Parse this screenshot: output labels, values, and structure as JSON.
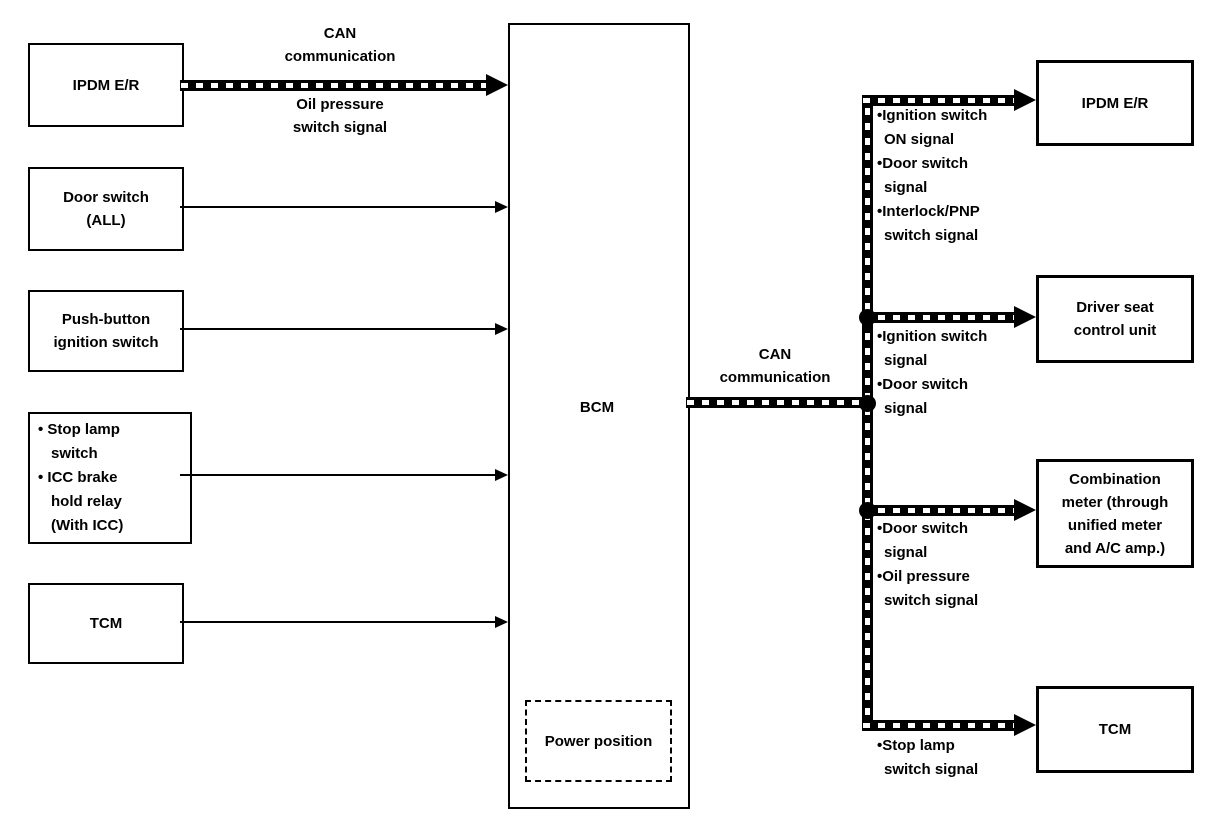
{
  "colors": {
    "background": "#ffffff",
    "ink": "#000000"
  },
  "bcm": {
    "label": "BCM",
    "power_position": "Power position"
  },
  "labels": {
    "can_top": [
      "CAN",
      "communication"
    ],
    "oil_pressure": [
      "Oil pressure",
      "switch signal"
    ],
    "can_right": [
      "CAN",
      "communication"
    ]
  },
  "left_boxes": [
    {
      "lines": [
        "IPDM E/R"
      ]
    },
    {
      "lines": [
        "Door switch",
        "(ALL)"
      ]
    },
    {
      "lines": [
        "Push-button",
        "ignition switch"
      ]
    },
    {
      "lines": [
        "• Stop lamp",
        "switch",
        "• ICC brake",
        "hold relay",
        "(With ICC)"
      ]
    },
    {
      "lines": [
        "TCM"
      ]
    }
  ],
  "right_boxes": [
    {
      "lines": [
        "IPDM E/R"
      ]
    },
    {
      "lines": [
        "Driver seat",
        "control unit"
      ]
    },
    {
      "lines": [
        "Combination",
        "meter (through",
        "unified meter",
        "and A/C amp.)"
      ]
    },
    {
      "lines": [
        "TCM"
      ]
    }
  ],
  "signal_groups": [
    {
      "lines": [
        "•Ignition switch",
        "ON signal",
        "•Door switch",
        "signal",
        "•Interlock/PNP",
        "switch signal"
      ]
    },
    {
      "lines": [
        "•Ignition switch",
        "signal",
        "•Door switch",
        "signal"
      ]
    },
    {
      "lines": [
        "•Door switch",
        "signal",
        "•Oil pressure",
        "switch signal"
      ]
    },
    {
      "lines": [
        "•Stop lamp",
        "switch signal"
      ]
    }
  ]
}
